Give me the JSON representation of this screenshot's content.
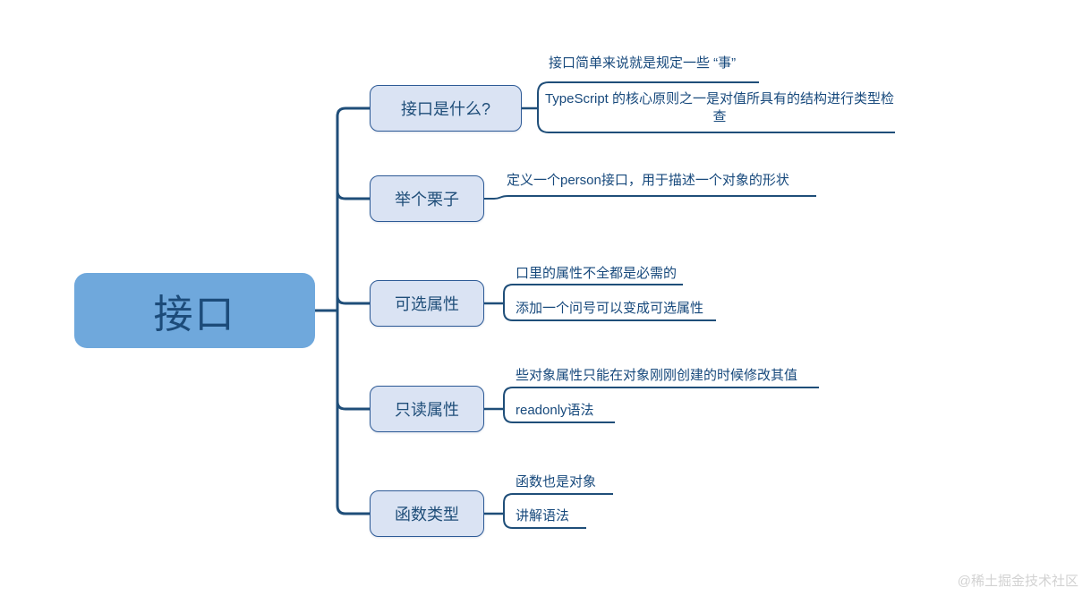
{
  "colors": {
    "background": "#ffffff",
    "root_fill": "#6fa8dc",
    "topic_fill": "#dae3f3",
    "topic_border": "#2d5a96",
    "line": "#1f4e79",
    "text": "#1f4e79",
    "watermark": "#d2d2d2"
  },
  "root": {
    "label": "接口"
  },
  "branches": [
    {
      "label": "接口是什么?",
      "children": [
        {
          "text": "接口简单来说就是规定一些 “事”"
        },
        {
          "text": "TypeScript 的核心原则之一是对值所具有的结构进行类型检查"
        }
      ]
    },
    {
      "label": "举个栗子",
      "children": [
        {
          "text": "定义一个person接口，用于描述一个对象的形状"
        }
      ]
    },
    {
      "label": "可选属性",
      "children": [
        {
          "text": "口里的属性不全都是必需的"
        },
        {
          "text": "添加一个问号可以变成可选属性"
        }
      ]
    },
    {
      "label": "只读属性",
      "children": [
        {
          "text": "些对象属性只能在对象刚刚创建的时候修改其值"
        },
        {
          "text": "readonly语法"
        }
      ]
    },
    {
      "label": "函数类型",
      "children": [
        {
          "text": "函数也是对象"
        },
        {
          "text": "讲解语法"
        }
      ]
    }
  ],
  "watermark": {
    "text": "@稀土掘金技术社区"
  }
}
